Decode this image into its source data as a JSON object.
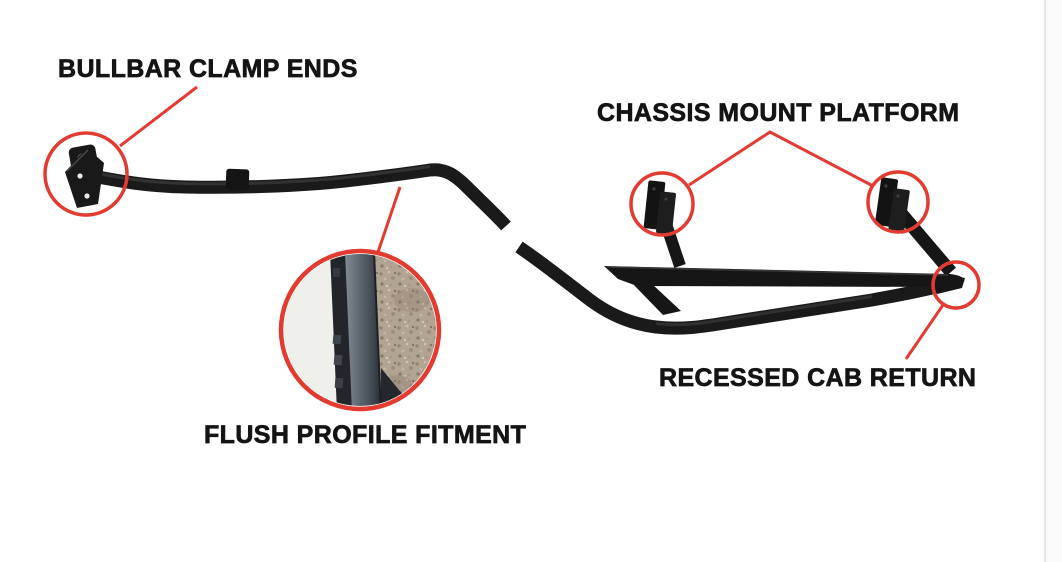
{
  "labels": {
    "bullbar_clamp_ends": "BULLBAR CLAMP ENDS",
    "chassis_mount_platform": "CHASSIS MOUNT PLATFORM",
    "flush_profile_fitment": "FLUSH PROFILE FITMENT",
    "recessed_cab_return": "RECESSED CAB RETURN"
  },
  "colors": {
    "background": "#ffffff",
    "accent_red": "#e23b32",
    "label_text": "#141414",
    "product_black": "#1a1a1a",
    "inset_tube_gray": "#5b636d",
    "inset_gravel_tan": "#b2a492",
    "page_edge_divider": "#e6e6e6"
  },
  "callouts": [
    {
      "label": "BULLBAR CLAMP ENDS",
      "target": "tube clamp end plate, far left"
    },
    {
      "label": "CHASSIS MOUNT PLATFORM",
      "target": "two mount brackets on side-step legs"
    },
    {
      "label": "FLUSH PROFILE FITMENT",
      "target": "photo inset: step tube flush against cab sill"
    },
    {
      "label": "RECESSED CAB RETURN",
      "target": "right end of side-step rail"
    }
  ]
}
